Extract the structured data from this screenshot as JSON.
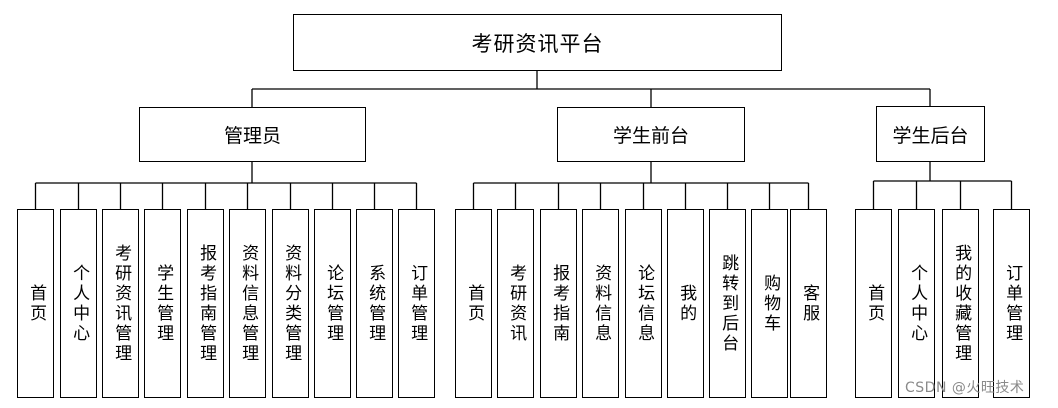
{
  "root": {
    "label": "考研资讯平台"
  },
  "groups": [
    {
      "label": "管理员",
      "children": [
        "首页",
        "个人中心",
        "考研资讯管理",
        "学生管理",
        "报考指南管理",
        "资料信息管理",
        "资料分类管理",
        "论坛管理",
        "系统管理",
        "订单管理"
      ]
    },
    {
      "label": "学生前台",
      "children": [
        "首页",
        "考研资讯",
        "报考指南",
        "资料信息",
        "论坛信息",
        "我的",
        "跳转到后台",
        "购物车",
        "客服"
      ]
    },
    {
      "label": "学生后台",
      "children": [
        "首页",
        "个人中心",
        "我的收藏管理",
        "订单管理"
      ]
    }
  ],
  "watermark": "CSDN @火旺技术"
}
